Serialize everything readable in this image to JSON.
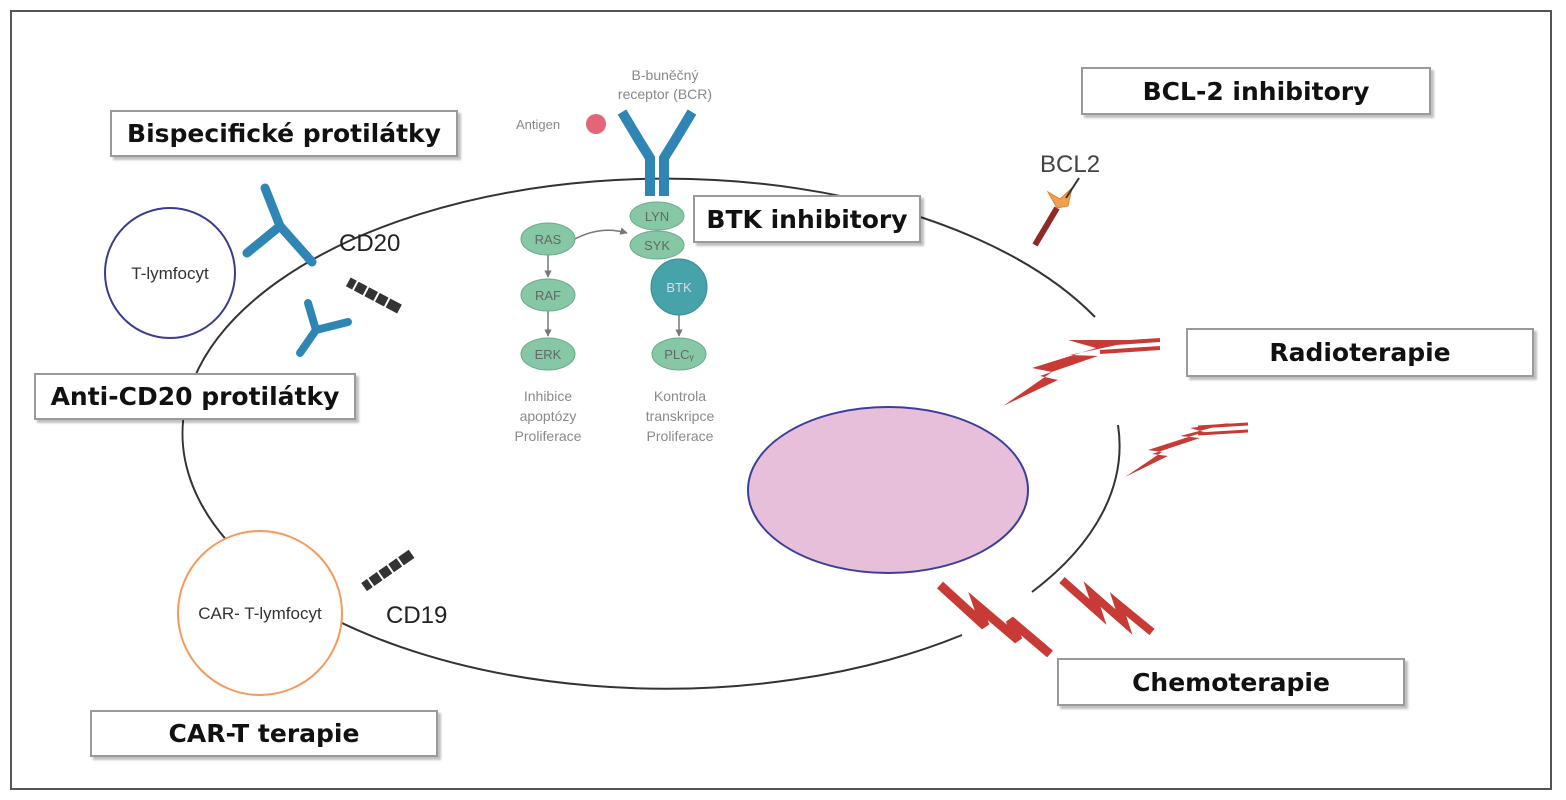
{
  "therapies": {
    "bispecific": "Bispecifické protilátky",
    "anti_cd20": "Anti-CD20 protilátky",
    "car_t": "CAR-T terapie",
    "btk": "BTK inhibitory",
    "bcl2": "BCL-2 inhibitory",
    "radio": "Radioterapie",
    "chemo": "Chemoterapie"
  },
  "cells": {
    "t_lymphocyte": "T-lymfocyt",
    "car_t_lymphocyte": "CAR- T-lymfocyt"
  },
  "markers": {
    "cd20": "CD20",
    "cd19": "CD19",
    "bcl2": "BCL2"
  },
  "bcr": {
    "line1": "B-buněčný",
    "line2": "receptor (BCR)",
    "antigen": "Antigen"
  },
  "pathway": {
    "ras": "RAS",
    "raf": "RAF",
    "erk": "ERK",
    "lyn": "LYN",
    "syk": "SYK",
    "btk": "BTK",
    "plc": "PLCᵧ",
    "left_out_1": "Inhibice",
    "left_out_2": "apoptózy",
    "left_out_3": "Proliferace",
    "right_out_1": "Kontrola",
    "right_out_2": "transkripce",
    "right_out_3": "Proliferace"
  },
  "colors": {
    "antibody": "#2f86b5",
    "pathway_node": "#86c8a5",
    "btk_node": "#46a3aa",
    "nucleus_fill": "#e8bfda",
    "nucleus_stroke": "#3b3f9c",
    "lightning": "#c83a35",
    "car_t_ring": "#f39a5b",
    "t_cell_ring": "#3a3c8f",
    "antigen": "#e2657a",
    "bcl2_head": "#f1a050"
  }
}
